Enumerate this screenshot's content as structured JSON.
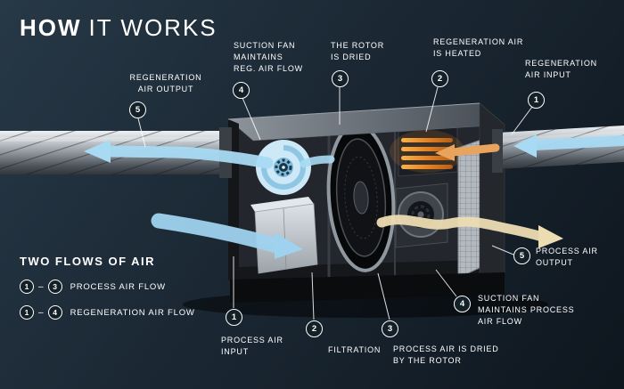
{
  "title": {
    "bold": "HOW",
    "light": "IT WORKS"
  },
  "legend": {
    "title": "TWO FLOWS OF AIR",
    "separator": "–",
    "rows": [
      {
        "from": "1",
        "to": "3",
        "label": "PROCESS AIR FLOW"
      },
      {
        "from": "1",
        "to": "4",
        "label": "REGENERATION AIR FLOW"
      }
    ]
  },
  "callouts": [
    {
      "num": "5",
      "lines": [
        "REGENERATION",
        "AIR OUTPUT"
      ]
    },
    {
      "num": "4",
      "lines": [
        "SUCTION FAN",
        "MAINTAINS",
        "REG. AIR FLOW"
      ]
    },
    {
      "num": "3",
      "lines": [
        "THE ROTOR",
        "IS DRIED"
      ]
    },
    {
      "num": "2",
      "lines": [
        "REGENERATION AIR",
        "IS HEATED"
      ]
    },
    {
      "num": "1",
      "lines": [
        "REGENERATION",
        "AIR INPUT"
      ]
    },
    {
      "num": "1",
      "lines": [
        "PROCESS AIR",
        "INPUT"
      ]
    },
    {
      "num": "2",
      "lines": [
        "FILTRATION"
      ]
    },
    {
      "num": "3",
      "lines": [
        "PROCESS AIR IS DRIED",
        "BY THE ROTOR"
      ]
    },
    {
      "num": "4",
      "lines": [
        "SUCTION FAN",
        "MAINTAINS PROCESS",
        "AIR FLOW"
      ]
    },
    {
      "num": "5",
      "lines": [
        "PROCESS AIR",
        "OUTPUT"
      ]
    }
  ],
  "colors": {
    "background_top": "#273846",
    "background_bottom": "#0e161e",
    "label_text": "#ffffff",
    "flow_blue": "#a8daf3",
    "heater_orange": "#e8862a",
    "process_output_cream": "#ecdcb2"
  }
}
